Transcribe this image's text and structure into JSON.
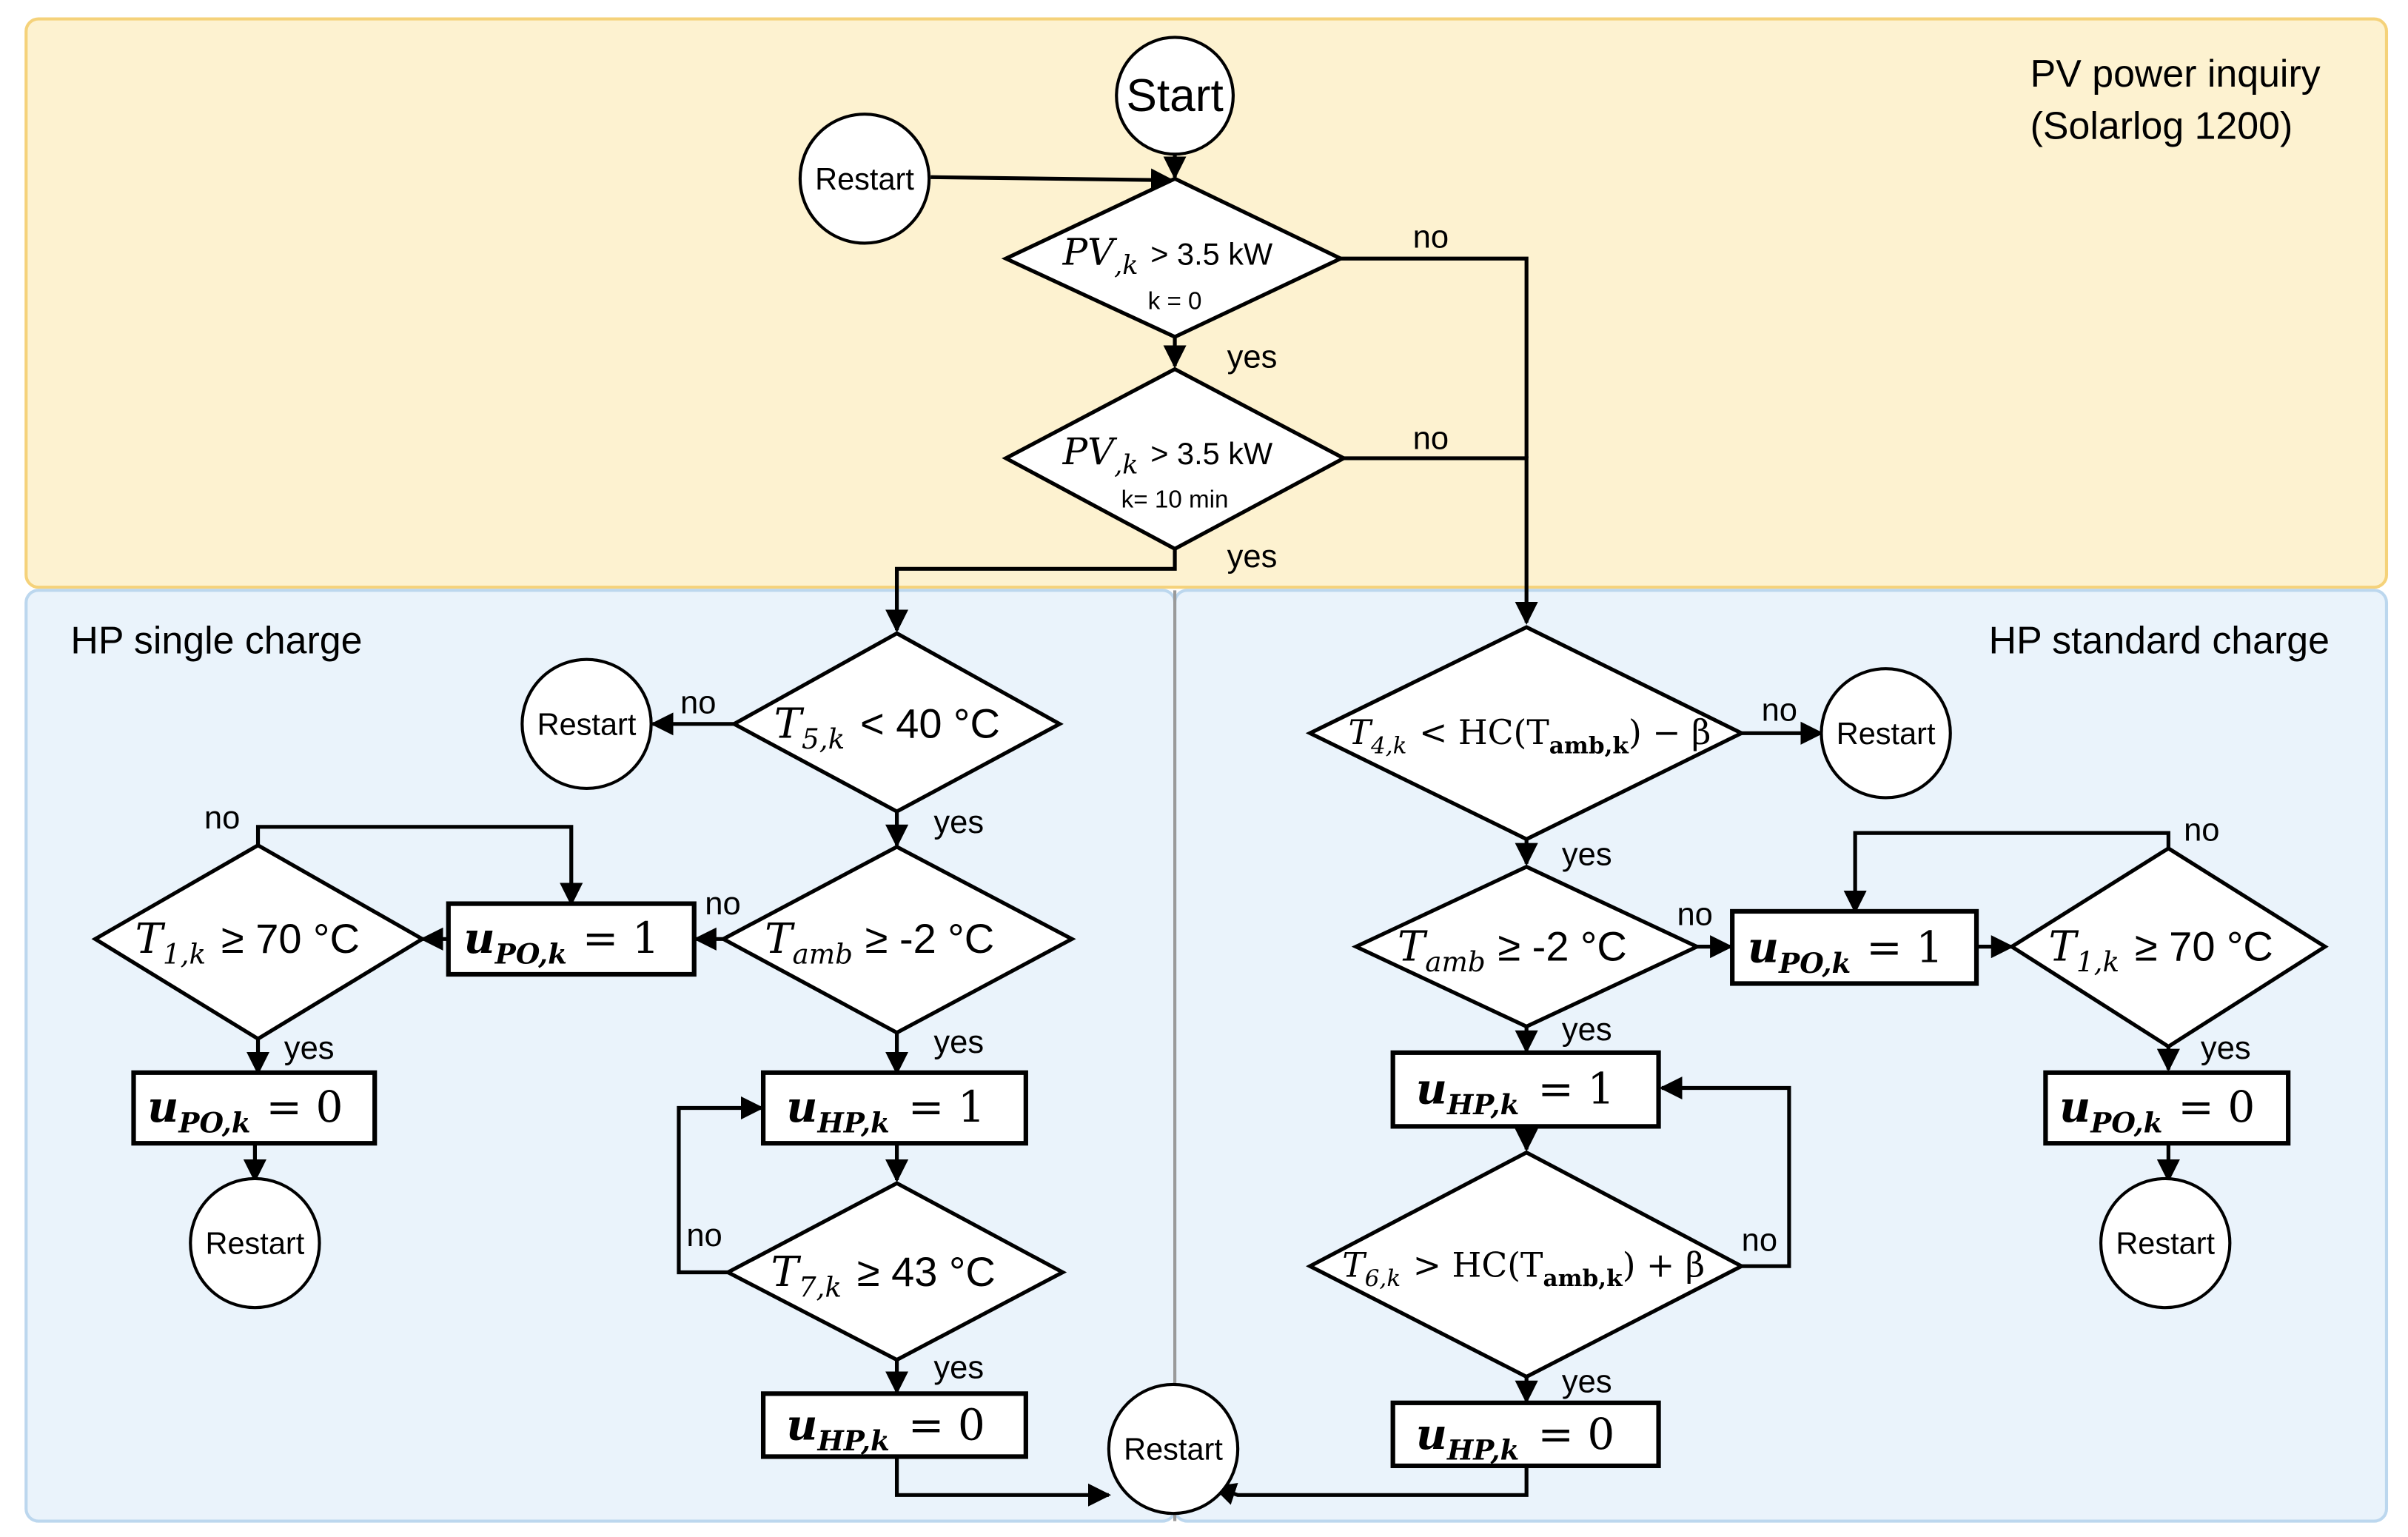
{
  "regions": {
    "pv": {
      "title_line1": "PV power inquiry",
      "title_line2": "(Solarlog 1200)",
      "fill": "#fdf2d0",
      "stroke": "#f5d27a"
    },
    "single": {
      "title": "HP single charge",
      "fill": "#eaf3fb",
      "stroke": "#bcd7ee"
    },
    "standard": {
      "title": "HP standard charge",
      "fill": "#eaf3fb",
      "stroke": "#bcd7ee"
    }
  },
  "terminals": {
    "start": "Start",
    "restart": "Restart"
  },
  "labels": {
    "yes": "yes",
    "no": "no"
  },
  "decisions": {
    "pv1": {
      "var": "PV",
      "sub": ",k",
      "cond": "> 3.5 kW",
      "note": "k = 0"
    },
    "pv2": {
      "var": "PV",
      "sub": ",k",
      "cond": "> 3.5 kW",
      "note": "k= 10 min"
    },
    "t5": {
      "var": "T",
      "sub": "5,k",
      "cond": "< 40 °C"
    },
    "tamb_single": {
      "var": "T",
      "sub": "amb",
      "cond": "≥ -2 °C"
    },
    "t1_single": {
      "var": "T",
      "sub": "1,k",
      "cond": "≥ 70 °C"
    },
    "t7": {
      "var": "T",
      "sub": "7,k",
      "cond": "≥ 43 °C"
    },
    "t4": {
      "var": "T",
      "sub": "4,k",
      "cond": "< HC(T",
      "cond_sub": "amb,k",
      "cond_end": ") − β"
    },
    "tamb_std": {
      "var": "T",
      "sub": "amb",
      "cond": "≥ -2 °C"
    },
    "t1_std": {
      "var": "T",
      "sub": "1,k",
      "cond": "≥ 70 °C"
    },
    "t6": {
      "var": "T",
      "sub": "6,k",
      "cond": "> HC(T",
      "cond_sub": "amb,k",
      "cond_end": ") + β"
    }
  },
  "processes": {
    "upo1_single": {
      "var": "u",
      "sub": "PO,k",
      "val": "= 1"
    },
    "upo0_single": {
      "var": "u",
      "sub": "PO,k",
      "val": "= 0"
    },
    "uhp1_single": {
      "var": "u",
      "sub": "HP,k",
      "val": "= 1"
    },
    "uhp0_single": {
      "var": "u",
      "sub": "HP,k",
      "val": "= 0"
    },
    "upo1_std": {
      "var": "u",
      "sub": "PO,k",
      "val": "= 1"
    },
    "upo0_std": {
      "var": "u",
      "sub": "PO,k",
      "val": "= 0"
    },
    "uhp1_std": {
      "var": "u",
      "sub": "HP,k",
      "val": "= 1"
    },
    "uhp0_std": {
      "var": "u",
      "sub": "HP,k",
      "val": "= 0"
    }
  }
}
